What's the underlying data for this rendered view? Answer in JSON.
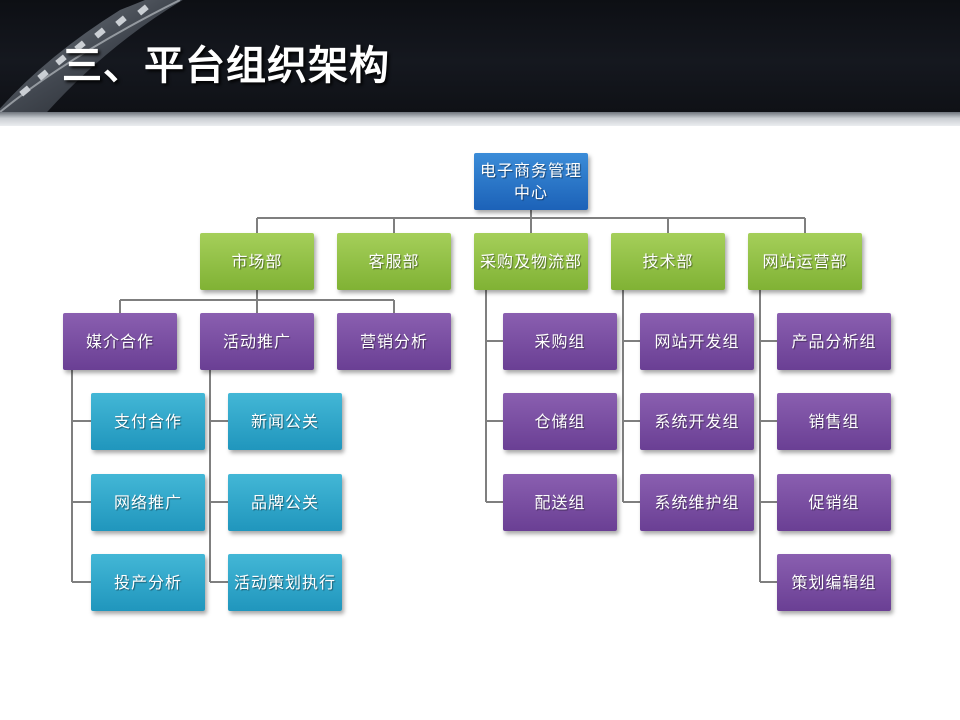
{
  "slide": {
    "title": "三、平台组织架构"
  },
  "org": {
    "root": "电子商务管理中心",
    "departments": {
      "shichang": "市场部",
      "kefu": "客服部",
      "caigou": "采购及物流部",
      "jishu": "技术部",
      "wangzhan": "网站运营部"
    },
    "shichang_units": {
      "meijie": "媒介合作",
      "huodong": "活动推广",
      "yingxiao": "营销分析"
    },
    "meijie_units": {
      "zhifu": "支付合作",
      "wangluo": "网络推广",
      "touchan": "投产分析"
    },
    "huodong_units": {
      "xinwen": "新闻公关",
      "pinpai": "品牌公关",
      "cehua": "活动策划执行"
    },
    "caigou_units": {
      "caigouzu": "采购组",
      "cangchu": "仓储组",
      "peisong": "配送组"
    },
    "jishu_units": {
      "wzkaifa": "网站开发组",
      "xtkaifa": "系统开发组",
      "xtweihu": "系统维护组"
    },
    "wangzhan_units": {
      "chanpin": "产品分析组",
      "xiaoshou": "销售组",
      "cuxiao": "促销组",
      "bianji": "策划编辑组"
    }
  },
  "colors": {
    "root": "#1c62b8",
    "department": "#80b234",
    "group": "#6a3f94",
    "team": "#2096bd",
    "connector": "#7f7f7f"
  }
}
